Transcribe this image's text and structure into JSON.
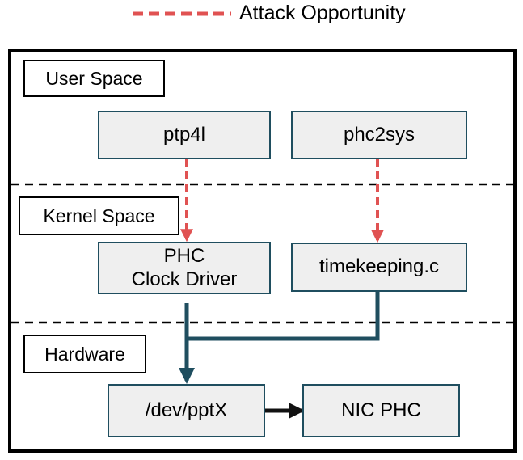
{
  "legend": {
    "label": "Attack Opportunity",
    "line_color": "#e05252",
    "line_style": "dashed"
  },
  "layers": [
    {
      "id": "user",
      "label": "User Space"
    },
    {
      "id": "kernel",
      "label": "Kernel Space"
    },
    {
      "id": "hardware",
      "label": "Hardware"
    }
  ],
  "nodes": {
    "ptp4l": "ptp4l",
    "phc2sys": "phc2sys",
    "phc_driver": {
      "line1": "PHC",
      "line2": "Clock Driver"
    },
    "timekeeping": "timekeeping.c",
    "pptx": "/dev/pptX",
    "nic_phc": "NIC PHC"
  },
  "colors": {
    "attack_arrow": "#e05252",
    "data_path": "#1f4e5f",
    "node_fill": "#efefef",
    "node_border": "#1f4e5f"
  },
  "edges": [
    {
      "from": "ptp4l",
      "to": "phc_driver",
      "style": "dashed",
      "type": "attack"
    },
    {
      "from": "phc2sys",
      "to": "timekeeping",
      "style": "dashed",
      "type": "attack"
    },
    {
      "from": "phc_driver",
      "to": "pptx",
      "style": "solid",
      "type": "path"
    },
    {
      "from": "timekeeping",
      "to": "pptx",
      "style": "solid",
      "type": "path"
    },
    {
      "from": "pptx",
      "to": "nic_phc",
      "style": "solid",
      "type": "path"
    }
  ]
}
